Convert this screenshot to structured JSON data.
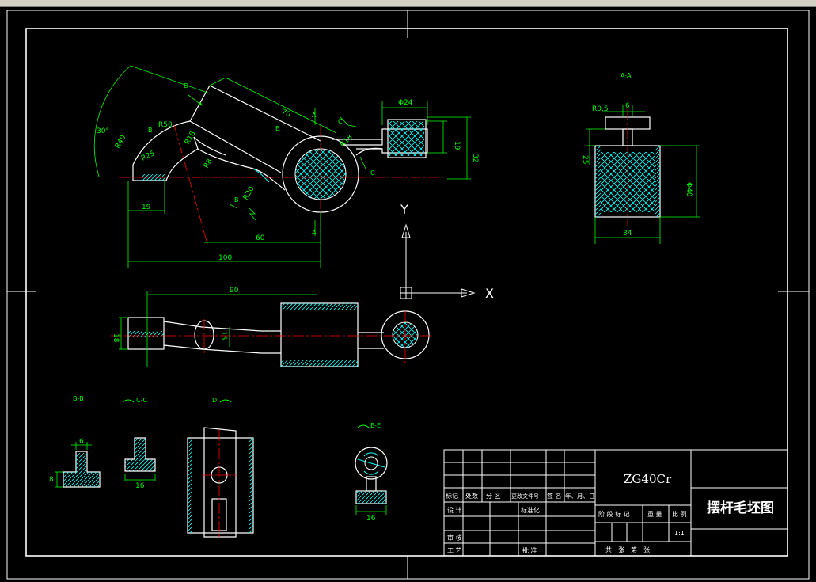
{
  "views": {
    "section_aa_label": "A-A",
    "section_bb_label": "B-B",
    "section_cc_label": "C-C",
    "view_d_label": "D",
    "section_ee_label": "E-E"
  },
  "dimensions": {
    "angle_30": "30°",
    "r40": "R40",
    "r50": "R50",
    "r25": "R25",
    "r18": "R18",
    "r8": "R8",
    "r20": "R20",
    "len_70": "70",
    "phi24": "Φ24",
    "h19": "19",
    "h32": "32",
    "w19": "19",
    "len_60": "60",
    "len_100": "100",
    "r05": "R0.5",
    "w6_top": "6",
    "h25": "25",
    "phi40": "Φ40",
    "w34": "34",
    "len_90": "90",
    "h18": "18",
    "h15": "15",
    "bb_6": "6",
    "bb_8": "8",
    "cc_16": "16",
    "ee_16": "16"
  },
  "letters": {
    "a": "A",
    "b": "B",
    "c": "C",
    "d": "D",
    "e": "E"
  },
  "ucs": {
    "x": "X",
    "y": "Y"
  },
  "title_block": {
    "material": "ZG40Cr",
    "title": "摆杆毛坯图",
    "scale": "1:1",
    "headers": [
      "标记",
      "处数",
      "分 区",
      "更改文件号",
      "签 名",
      "年、月、日"
    ],
    "design": "设 计",
    "standardization": "标准化",
    "review": "审 核",
    "process": "工 艺",
    "approve": "批 准",
    "stage_mark": "阶 段 标 记",
    "weight": "重 量",
    "ratio": "比 例",
    "sheets": "共　张　第　张"
  },
  "colors": {
    "background": "#000000",
    "outline": "#ffffff",
    "dimension": "#00ff00",
    "centerline": "#ff0000",
    "hatch": "#00ffff",
    "chrome": "#d4d0c8"
  }
}
